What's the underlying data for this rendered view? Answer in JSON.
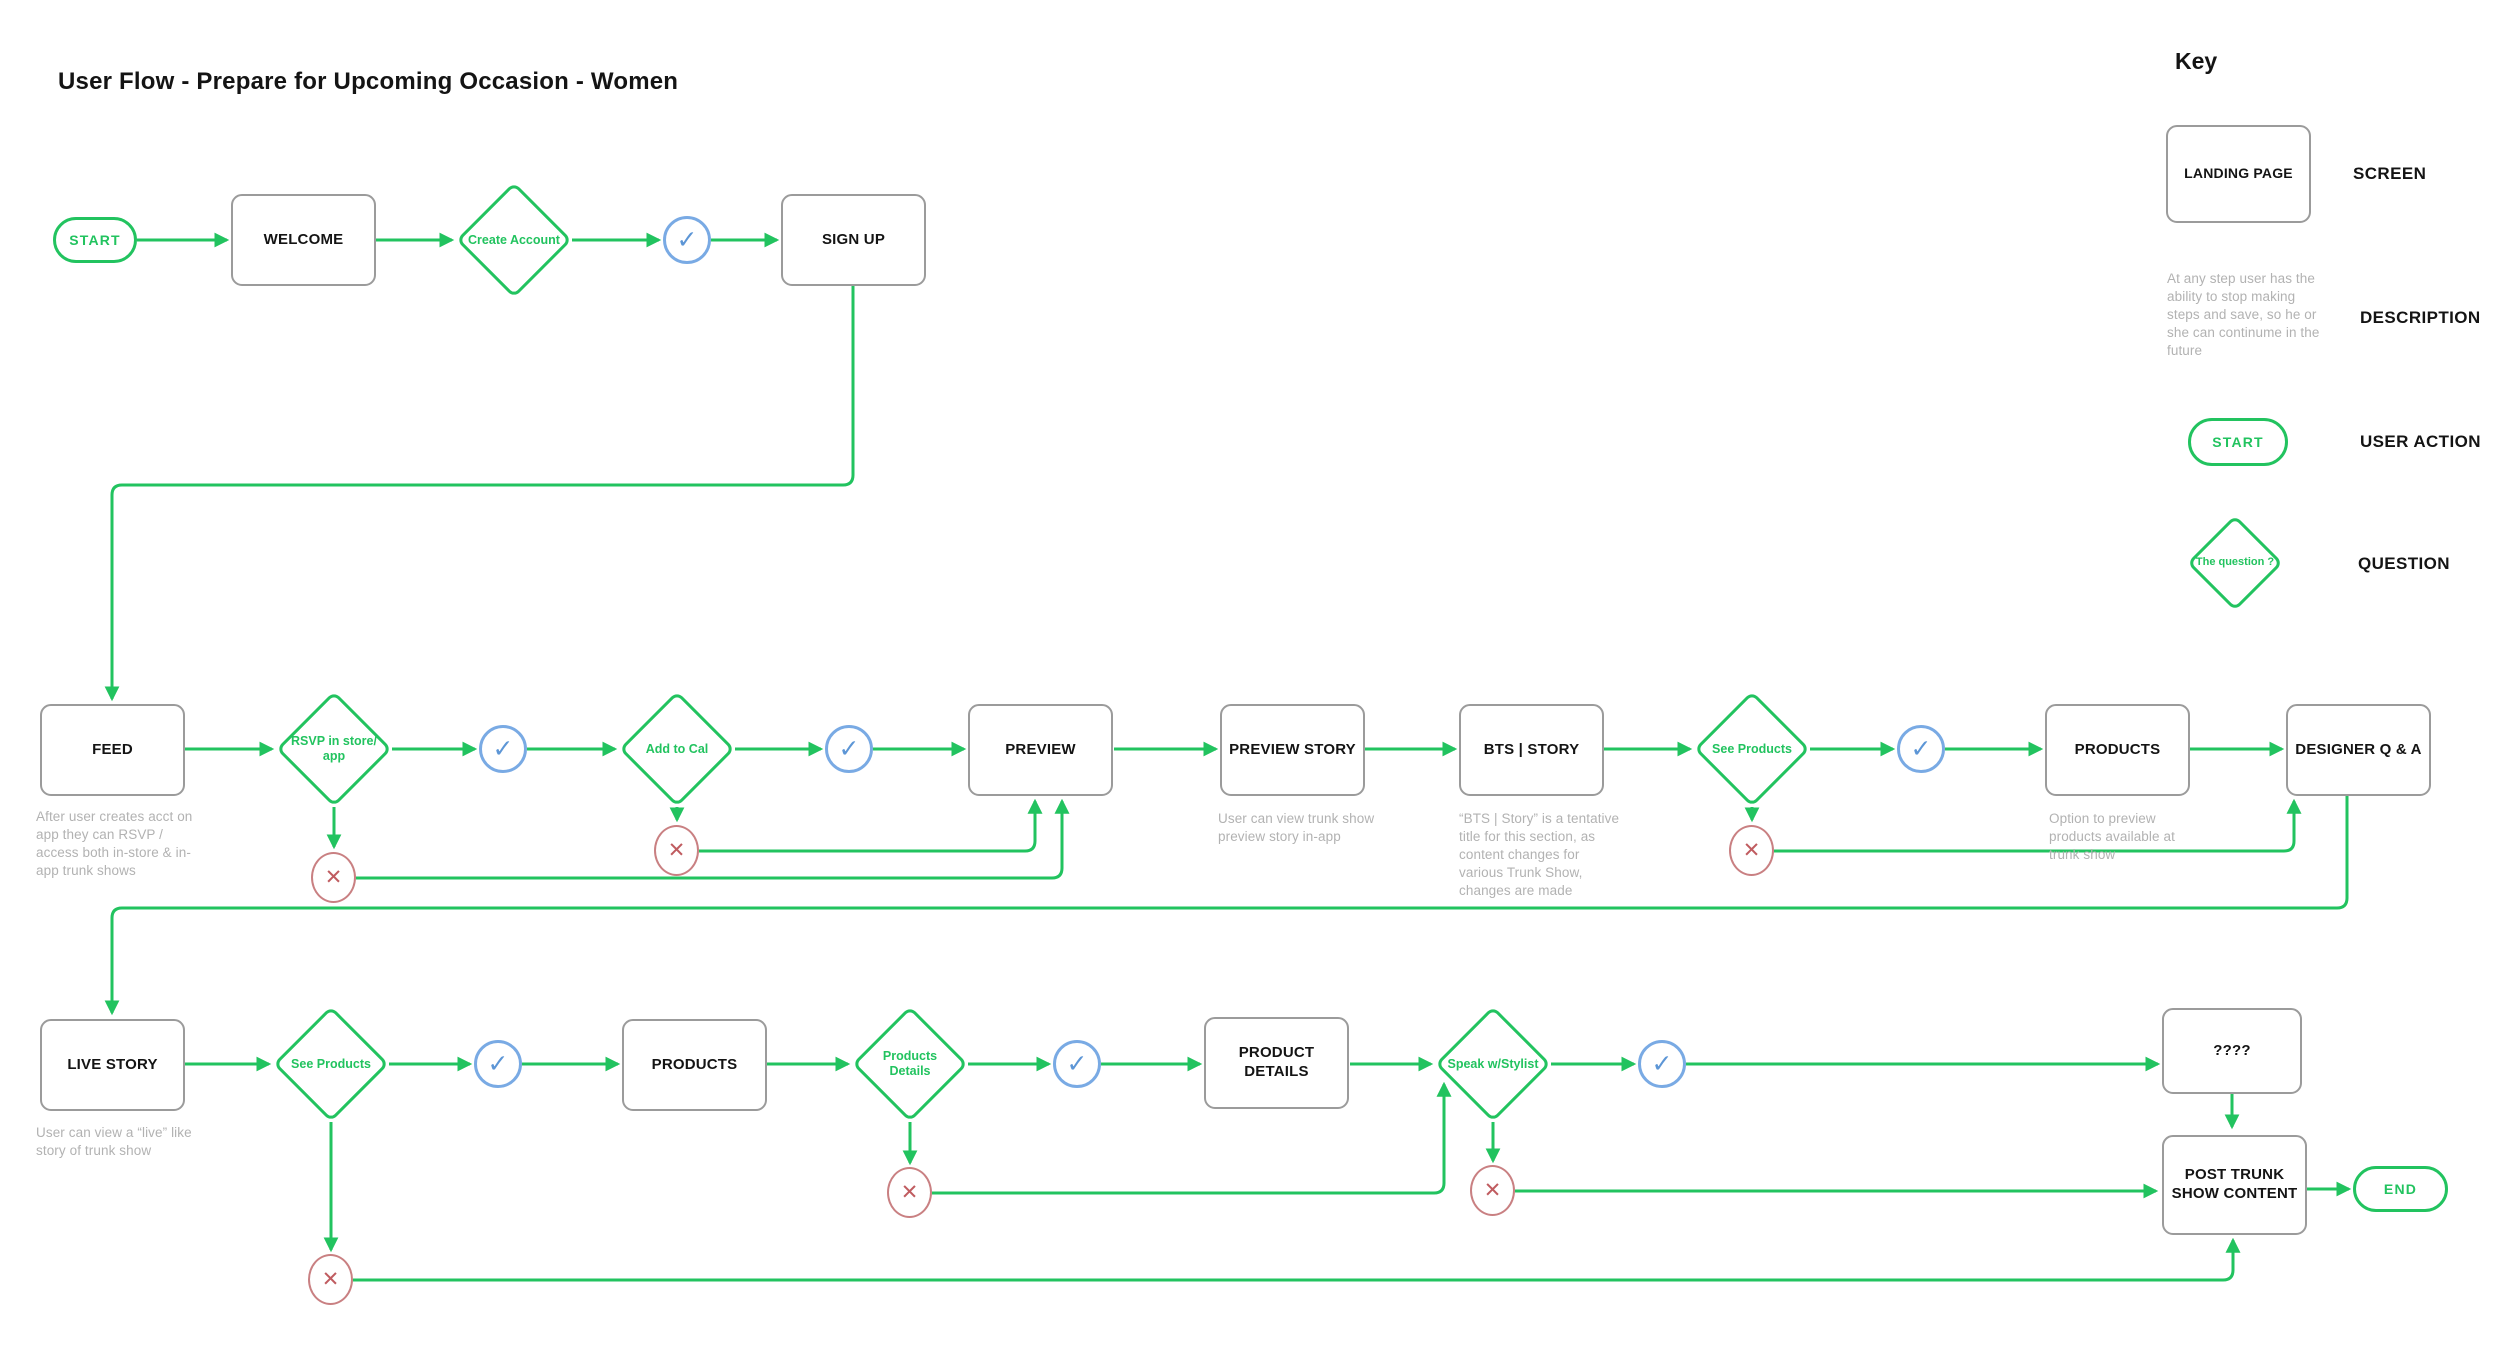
{
  "title": "User Flow - Prepare for Upcoming Occasion - Women",
  "colors": {
    "green": "#22c35f",
    "blue": "#79aae4",
    "red": "#c98082",
    "gray": "#9b9b9b"
  },
  "icons": {
    "check": "✓",
    "cross": "✕"
  },
  "flow": {
    "row1": {
      "start": "START",
      "welcome": "WELCOME",
      "create_account": "Create Account",
      "sign_up": "SIGN UP"
    },
    "row2": {
      "feed": "FEED",
      "feed_note": "After user creates acct on app they can RSVP / access both in-store & in-app trunk shows",
      "rsvp": "RSVP in store/\napp",
      "add_to_cal": "Add to Cal",
      "preview": "PREVIEW",
      "preview_story": "PREVIEW STORY",
      "preview_story_note": "User can view trunk show preview story in-app",
      "bts_story": "BTS | STORY",
      "bts_story_note": "“BTS | Story” is a tentative title for this section, as content changes for various Trunk Show, changes are made",
      "see_products": "See Products",
      "products": "PRODUCTS",
      "products_note": "Option to preview products available at trunk show",
      "designer_qa": "DESIGNER Q & A"
    },
    "row3": {
      "live_story": "LIVE STORY",
      "live_story_note": "User can view a “live” like story of trunk show",
      "see_products": "See Products",
      "products": "PRODUCTS",
      "products_details": "Products\nDetails",
      "product_details": "PRODUCT DETAILS",
      "speak_w_stylist": "Speak w/Stylist",
      "unknown": "????",
      "post_trunk_show": "POST TRUNK SHOW CONTENT",
      "end": "END"
    }
  },
  "key": {
    "heading": "Key",
    "screen_sample": "LANDING PAGE",
    "screen_label": "SCREEN",
    "description_sample": "At any step user has the ability to stop making steps and save, so he or she can continume in the future",
    "description_label": "DESCRIPTION",
    "user_action_sample": "START",
    "user_action_label": "USER ACTION",
    "question_sample": "The question ?",
    "question_label": "QUESTION"
  }
}
